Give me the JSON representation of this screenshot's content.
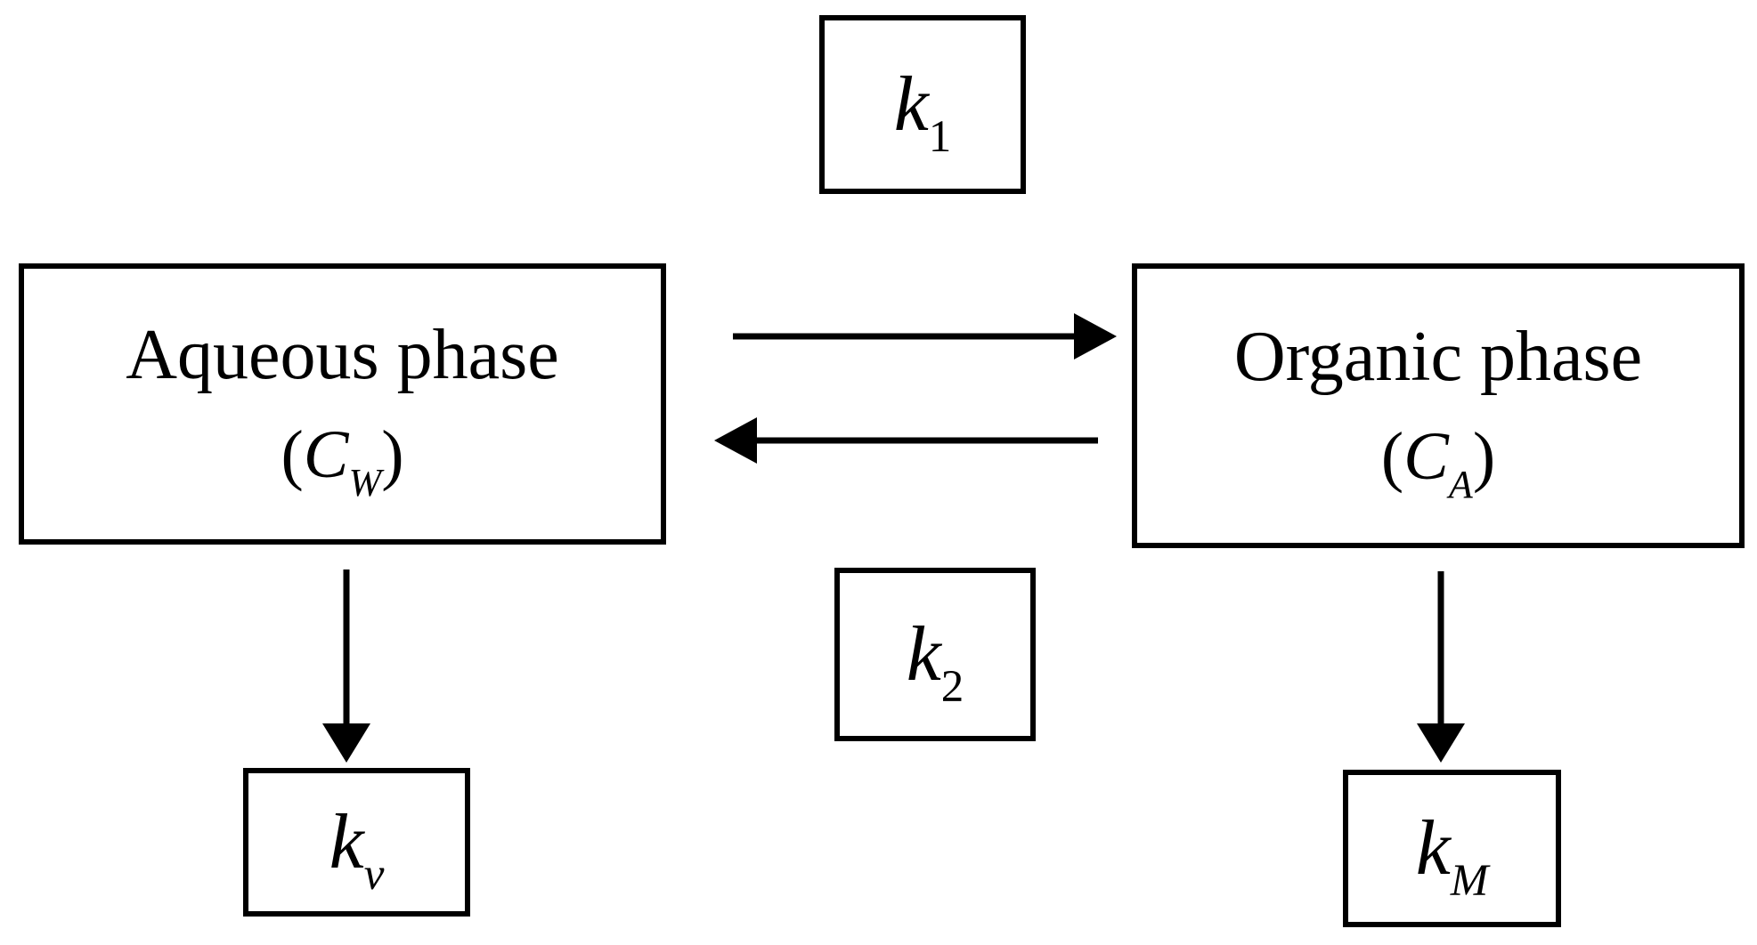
{
  "colors": {
    "background": "#ffffff",
    "line": "#000000",
    "text": "#000000"
  },
  "nodes": {
    "aqueous": {
      "name": "Aqueous phase",
      "symbol_pre": "(",
      "symbol_base": "C",
      "symbol_sub": "W",
      "symbol_post": ")"
    },
    "organic": {
      "name": "Organic phase",
      "symbol_pre": "(",
      "symbol_base": "C",
      "symbol_sub": "A",
      "symbol_post": ")"
    },
    "k1": {
      "base": "k",
      "sub": "1"
    },
    "k2": {
      "base": "k",
      "sub": "2"
    },
    "kv": {
      "base": "k",
      "sub": "v"
    },
    "kM": {
      "base": "k",
      "sub": "M"
    }
  },
  "edges": [
    {
      "from": "Aqueous phase",
      "to": "Organic phase",
      "rate_label": "k1",
      "direction": "right"
    },
    {
      "from": "Organic phase",
      "to": "Aqueous phase",
      "rate_label": "k2",
      "direction": "left"
    },
    {
      "from": "Aqueous phase",
      "to": "kv",
      "direction": "down"
    },
    {
      "from": "Organic phase",
      "to": "kM",
      "direction": "down"
    }
  ]
}
